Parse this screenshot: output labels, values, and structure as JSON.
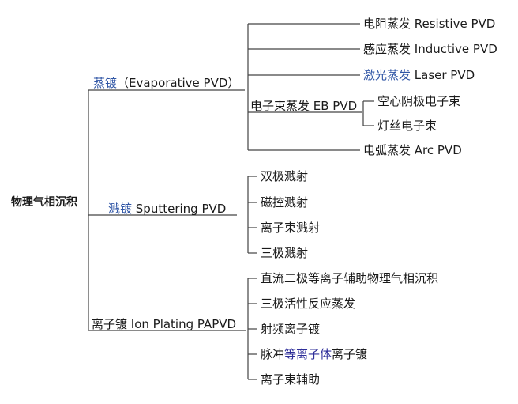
{
  "tree": {
    "root": "物理气相沉积",
    "branches": {
      "evaporative": {
        "label_cn": "蒸镀",
        "label_en": "（Evaporative PVD）",
        "children": {
          "resistive": "电阻蒸发 Resistive PVD",
          "inductive": "感应蒸发 Inductive PVD",
          "laser_cn": "激光蒸发",
          "laser_en": " Laser PVD",
          "eb": "电子束蒸发 EB PVD",
          "eb_children": [
            "空心阴极电子束",
            "灯丝电子束"
          ],
          "arc": "电弧蒸发 Arc PVD"
        }
      },
      "sputtering": {
        "label_cn": "溅镀",
        "label_en": " Sputtering PVD",
        "children": [
          "双极溅射",
          "磁控溅射",
          "离子束溅射",
          "三极溅射"
        ]
      },
      "ion_plating": {
        "label": "离子镀 Ion Plating PAPVD",
        "children": {
          "dc": "直流二极等离子辅助物理气相沉积",
          "triode": "三极活性反应蒸发",
          "rf": "射频离子镀",
          "pulse_a": "脉冲",
          "pulse_b": "等离子体",
          "pulse_c": "离子镀",
          "ion_beam": "离子束辅助"
        }
      }
    }
  }
}
